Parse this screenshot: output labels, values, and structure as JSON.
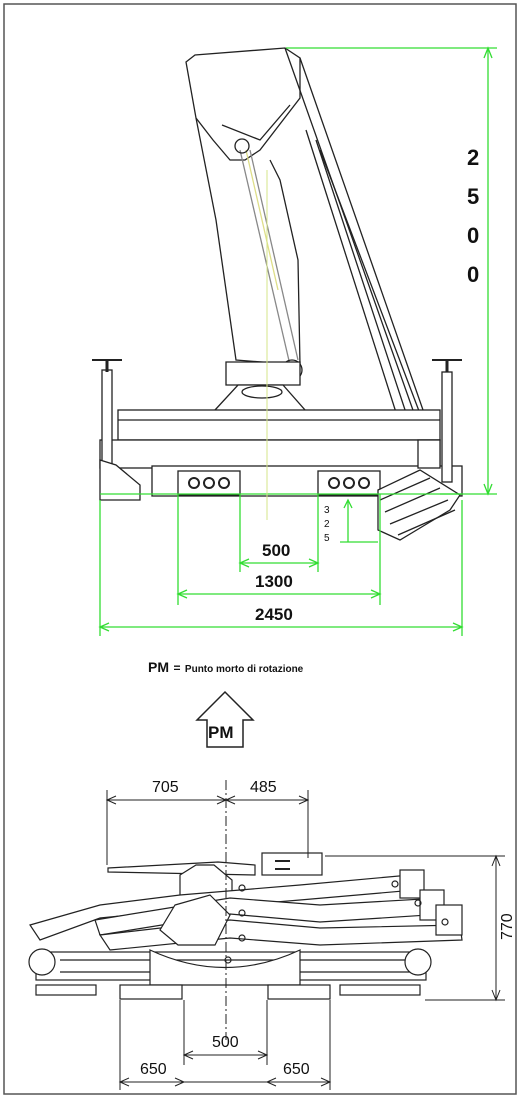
{
  "top_view": {
    "height_digits": [
      "2",
      "5",
      "0",
      "0"
    ],
    "dim_500": "500",
    "dim_1300": "1300",
    "dim_2450": "2450",
    "small_digits": [
      "3",
      "2",
      "5"
    ]
  },
  "legend": {
    "pm": "PM",
    "equals": "=",
    "description": "Punto morto di rotazione"
  },
  "pm_arrow_label": "PM",
  "bottom_view": {
    "dim_705": "705",
    "dim_485": "485",
    "dim_770": "770",
    "dim_500": "500",
    "dim_650_left": "650",
    "dim_650_right": "650"
  },
  "colors": {
    "dimension_line": "#33dd33",
    "drawing_line": "#222222"
  }
}
